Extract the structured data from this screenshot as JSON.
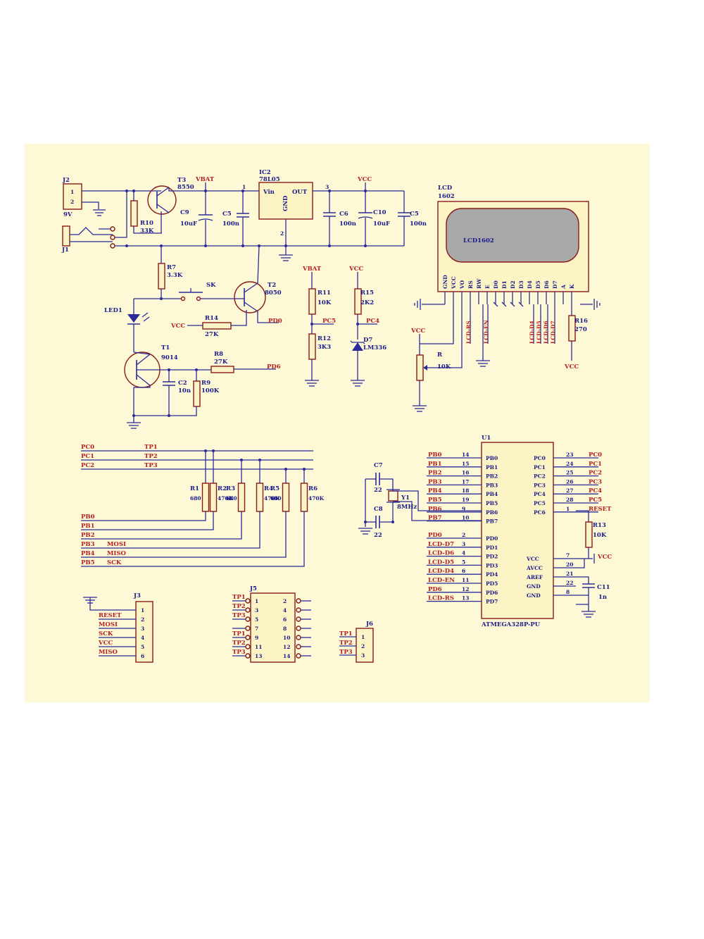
{
  "schematic": {
    "connectors": {
      "j2": {
        "ref": "J2",
        "pins": [
          "1",
          "2"
        ],
        "value": "9V"
      },
      "j1": {
        "ref": "J1"
      },
      "j3": {
        "ref": "J3",
        "pins": [
          "1",
          "2",
          "3",
          "4",
          "5",
          "6"
        ],
        "nets": [
          "RESET",
          "MOSI",
          "SCK",
          "VCC",
          "MISO"
        ]
      },
      "j5": {
        "ref": "J5",
        "left_pins": [
          "1",
          "3",
          "5",
          "7",
          "9",
          "11",
          "13"
        ],
        "right_pins": [
          "2",
          "4",
          "6",
          "8",
          "10",
          "12",
          "14"
        ],
        "nets": [
          "TP1",
          "TP2",
          "TP3",
          "TP1",
          "TP2",
          "TP3"
        ]
      },
      "j6": {
        "ref": "J6",
        "pins": [
          "1",
          "2",
          "3"
        ],
        "nets": [
          "TP1",
          "TP2",
          "TP3"
        ]
      }
    },
    "power": {
      "t3": {
        "ref": "T3",
        "value": "8550"
      },
      "r10": {
        "ref": "R10",
        "value": "33K"
      },
      "vbat": "VBAT",
      "ic2": {
        "ref": "IC2",
        "value": "78L05",
        "vin": "Vin",
        "out": "OUT",
        "gnd": "GND",
        "pin1": "1",
        "pin2": "2",
        "pin3": "3"
      },
      "c9": {
        "ref": "C9",
        "value": "10uF"
      },
      "c5a": {
        "ref": "C5",
        "value": "100n"
      },
      "c6": {
        "ref": "C6",
        "value": "100n"
      },
      "c10": {
        "ref": "C10",
        "value": "10uF"
      },
      "c5b": {
        "ref": "C5",
        "value": "100n"
      },
      "vcc": "VCC"
    },
    "control": {
      "r7": {
        "ref": "R7",
        "value": "3.3K"
      },
      "sk": {
        "ref": "SK"
      },
      "t2": {
        "ref": "T2",
        "value": "8050"
      },
      "led1": {
        "ref": "LED1"
      },
      "vcc": "VCC",
      "r14": {
        "ref": "R14",
        "value": "27K"
      },
      "pd0": "PD0",
      "t1": {
        "ref": "T1",
        "value": "9014"
      },
      "r8": {
        "ref": "R8",
        "value": "27K"
      },
      "pd6": "PD6",
      "c2": {
        "ref": "C2",
        "value": "10n"
      },
      "r9": {
        "ref": "R9",
        "value": "100K"
      }
    },
    "measure": {
      "vbat": "VBAT",
      "r11": {
        "ref": "R11",
        "value": "10K"
      },
      "pc5": "PC5",
      "r12": {
        "ref": "R12",
        "value": "3K3"
      },
      "vcc": "VCC",
      "r15": {
        "ref": "R15",
        "value": "2K2"
      },
      "pc4": "PC4",
      "d7": {
        "ref": "D7",
        "value": "LM336"
      }
    },
    "lcd": {
      "ref": "LCD",
      "value": "1602",
      "screen_label": "LCD1602",
      "pins": [
        "GND",
        "VCC",
        "VO",
        "RS",
        "RW",
        "E",
        "D0",
        "D1",
        "D2",
        "D3",
        "D4",
        "D5",
        "D6",
        "D7",
        "A",
        "K"
      ],
      "rs_net": "LCD-RS",
      "en_net": "LCD-EN",
      "data_nets": [
        "LCD-D4",
        "LCD-D5",
        "LCD-D6",
        "LCD-D7"
      ],
      "r16": {
        "ref": "R16",
        "value": "270"
      },
      "vcc": "VCC",
      "pot": {
        "ref": "R",
        "value": "10K"
      },
      "pot_vcc": "VCC"
    },
    "testpoints": {
      "nets": [
        "PC0",
        "PC1",
        "PC2"
      ],
      "tps": [
        "TP1",
        "TP2",
        "TP3"
      ],
      "resistors": [
        {
          "ref": "R1",
          "value": "680"
        },
        {
          "ref": "R2",
          "value": "470K"
        },
        {
          "ref": "R3",
          "value": "680"
        },
        {
          "ref": "R4",
          "value": "470K"
        },
        {
          "ref": "R5",
          "value": "680"
        },
        {
          "ref": "R6",
          "value": "470K"
        }
      ],
      "pb_nets": [
        "PB0",
        "PB1",
        "PB2",
        "PB3",
        "PB4",
        "PB5"
      ],
      "isp_nets": [
        "MOSI",
        "MISO",
        "SCK"
      ]
    },
    "mcu": {
      "ref": "U1",
      "value": "ATMEGA328P-PU",
      "left": [
        {
          "net": "PB0",
          "num": "14",
          "pin": "PB0"
        },
        {
          "net": "PB1",
          "num": "15",
          "pin": "PB1"
        },
        {
          "net": "PB2",
          "num": "16",
          "pin": "PB2"
        },
        {
          "net": "PB3",
          "num": "17",
          "pin": "PB3"
        },
        {
          "net": "PB4",
          "num": "18",
          "pin": "PB4"
        },
        {
          "net": "PB5",
          "num": "19",
          "pin": "PB5"
        },
        {
          "net": "PB6",
          "num": "9",
          "pin": "PB6"
        },
        {
          "net": "PB7",
          "num": "10",
          "pin": "PB7"
        },
        {
          "net": "PD0",
          "num": "2",
          "pin": "PD0"
        },
        {
          "net": "LCD-D7",
          "num": "3",
          "pin": "PD1"
        },
        {
          "net": "LCD-D6",
          "num": "4",
          "pin": "PD2"
        },
        {
          "net": "LCD-D5",
          "num": "5",
          "pin": "PD3"
        },
        {
          "net": "LCD-D4",
          "num": "6",
          "pin": "PD4"
        },
        {
          "net": "LCD-EN",
          "num": "11",
          "pin": "PD5"
        },
        {
          "net": "PD6",
          "num": "12",
          "pin": "PD6"
        },
        {
          "net": "LCD-RS",
          "num": "13",
          "pin": "PD7"
        }
      ],
      "right": [
        {
          "pin": "PC0",
          "num": "23",
          "net": "PC0"
        },
        {
          "pin": "PC1",
          "num": "24",
          "net": "PC1"
        },
        {
          "pin": "PC2",
          "num": "25",
          "net": "PC2"
        },
        {
          "pin": "PC3",
          "num": "26",
          "net": "PC3"
        },
        {
          "pin": "PC4",
          "num": "27",
          "net": "PC4"
        },
        {
          "pin": "PC5",
          "num": "28",
          "net": "PC5"
        },
        {
          "pin": "PC6",
          "num": "1",
          "net": "RESET"
        }
      ],
      "pwr": [
        {
          "pin": "VCC",
          "num": "7"
        },
        {
          "pin": "AVCC",
          "num": "20"
        },
        {
          "pin": "AREF",
          "num": "21"
        },
        {
          "pin": "GND",
          "num": "22"
        },
        {
          "pin": "GND",
          "num": "8"
        }
      ],
      "vcc": "VCC",
      "c11": {
        "ref": "C11",
        "value": "1n"
      },
      "r13": {
        "ref": "R13",
        "value": "10K"
      },
      "c7": {
        "ref": "C7",
        "value": "22"
      },
      "c8": {
        "ref": "C8",
        "value": "22"
      },
      "y1": {
        "ref": "Y1",
        "value": "8MHz"
      }
    }
  }
}
